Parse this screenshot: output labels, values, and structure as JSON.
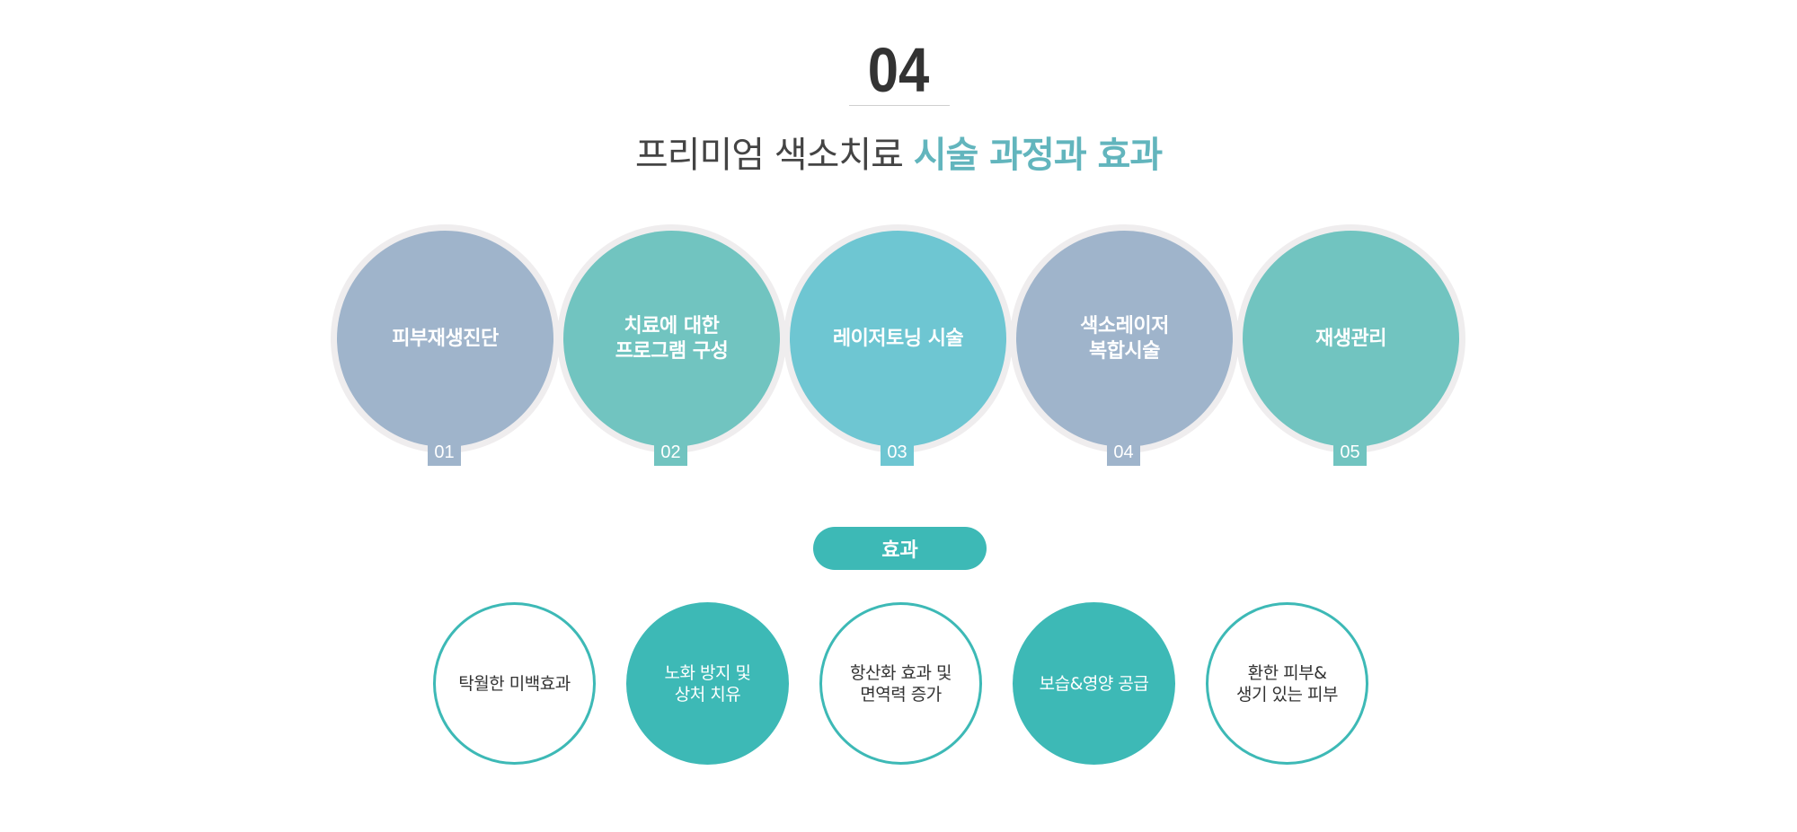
{
  "header": {
    "section_number": "04",
    "title_plain": "프리미엄 색소치료 ",
    "title_accent": "시술 과정과 효과"
  },
  "colors": {
    "accent": "#3db9b6",
    "title_accent": "#62b5bd",
    "step_blue_gray": "#9fb4cb",
    "step_green": "#71c4c0",
    "step_cyan": "#6ec6d2",
    "ring": "#efedee"
  },
  "steps": [
    {
      "label": "피부재생진단",
      "number": "01",
      "color": "#9fb4cb",
      "tab_color": "#9fb4cb"
    },
    {
      "label": "치료에 대한\n프로그램 구성",
      "number": "02",
      "color": "#71c4c0",
      "tab_color": "#71c4c0"
    },
    {
      "label": "레이저토닝 시술",
      "number": "03",
      "color": "#6ec6d2",
      "tab_color": "#6ec6d2"
    },
    {
      "label": "색소레이저\n복합시술",
      "number": "04",
      "color": "#9fb4cb",
      "tab_color": "#9fb4cb"
    },
    {
      "label": "재생관리",
      "number": "05",
      "color": "#71c4c0",
      "tab_color": "#71c4c0"
    }
  ],
  "effects_heading": "효과",
  "effects": [
    {
      "label": "탁월한 미백효과",
      "style": "outline"
    },
    {
      "label": "노화 방지 및\n상처 치유",
      "style": "filled"
    },
    {
      "label": "항산화 효과 및\n면역력 증가",
      "style": "outline"
    },
    {
      "label": "보습&영양 공급",
      "style": "filled"
    },
    {
      "label": "환한 피부&\n생기 있는 피부",
      "style": "outline"
    }
  ]
}
